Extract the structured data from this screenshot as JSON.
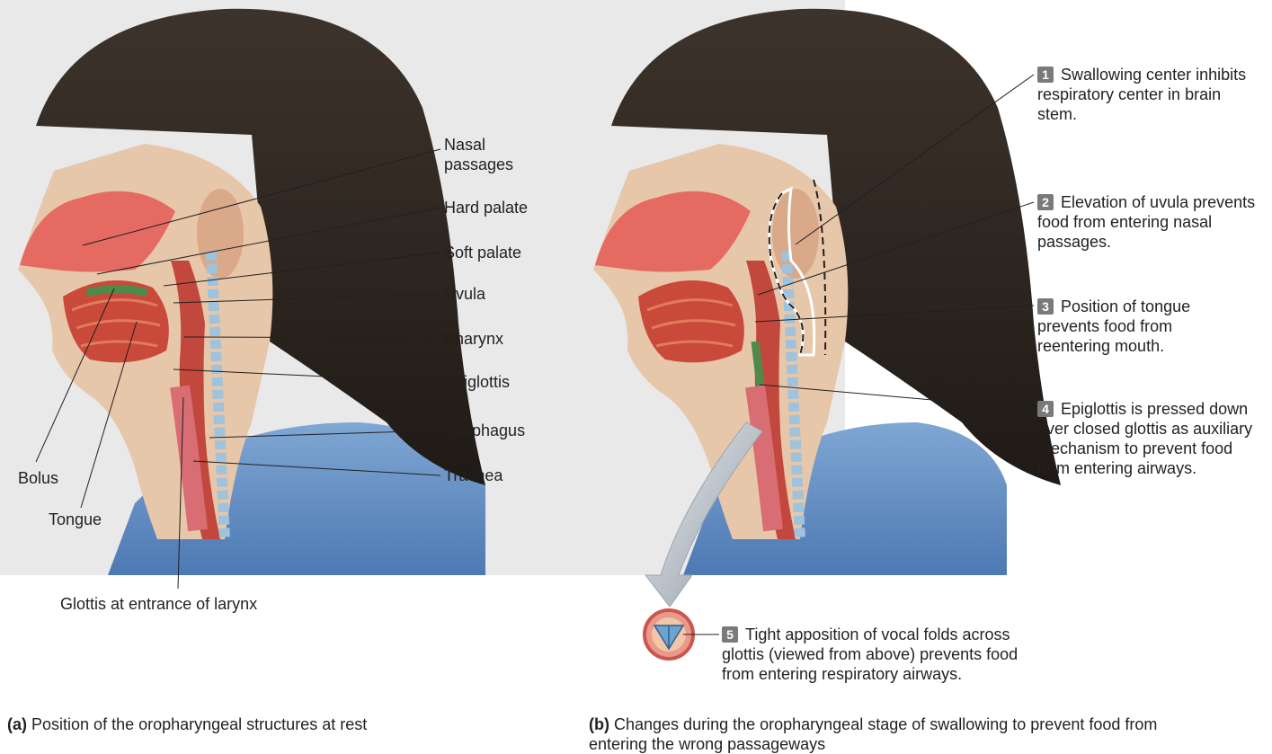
{
  "panel_a": {
    "labels": {
      "nasal_passages": "Nasal\npassages",
      "hard_palate": "Hard palate",
      "soft_palate": "Soft palate",
      "uvula": "Uvula",
      "pharynx": "Pharynx",
      "epiglottis": "Epiglottis",
      "esophagus": "Esophagus",
      "trachea": "Trachea",
      "bolus": "Bolus",
      "tongue": "Tongue",
      "glottis": "Glottis at entrance of larynx"
    },
    "caption_letter": "(a)",
    "caption_text": "Position of the oropharyngeal structures at rest"
  },
  "panel_b": {
    "steps": [
      {
        "num": "1",
        "text": "Swallowing center inhibits respiratory center in brain stem."
      },
      {
        "num": "2",
        "text": "Elevation of uvula prevents food from entering nasal passages."
      },
      {
        "num": "3",
        "text": "Position of tongue prevents food from reentering mouth."
      },
      {
        "num": "4",
        "text": "Epiglottis is pressed down over closed glottis as auxiliary mechanism to prevent food from entering airways."
      },
      {
        "num": "5",
        "text": "Tight apposition of vocal folds across glottis (viewed from above) prevents food from entering respiratory airways."
      }
    ],
    "caption_letter": "(b)",
    "caption_text": "Changes during the oropharyngeal stage of swallowing to prevent food from entering the wrong passageways"
  }
}
